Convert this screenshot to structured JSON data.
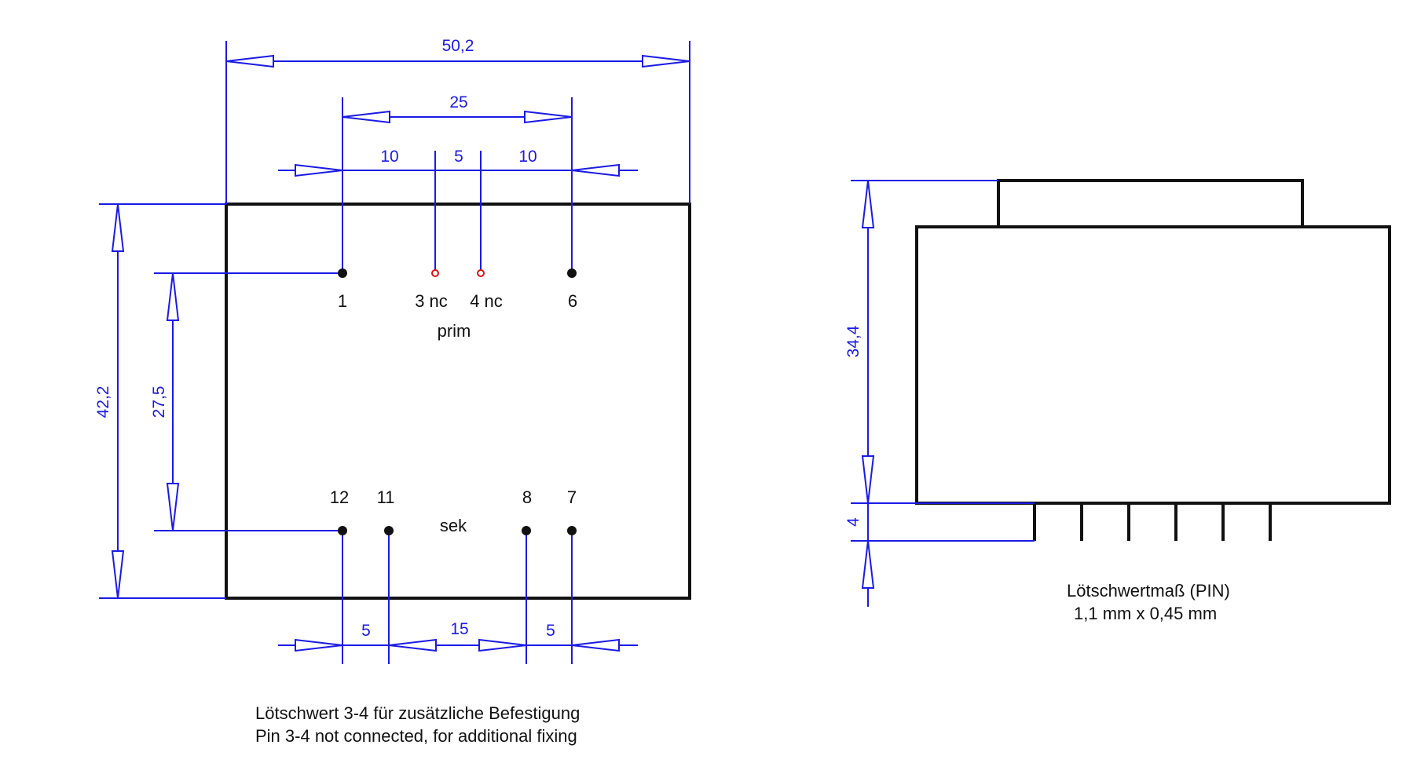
{
  "top_view": {
    "dimensions": {
      "overall_width": "50,2",
      "outer_pin_span": "25",
      "pitch_left": "10",
      "pitch_center": "5",
      "pitch_right": "10",
      "overall_height": "42,2",
      "row_spacing": "27,5",
      "bottom_pitch_left": "5",
      "bottom_pitch_center": "15",
      "bottom_pitch_right": "5"
    },
    "pins": {
      "p1": "1",
      "p3": "3 nc",
      "p4": "4 nc",
      "p6": "6",
      "p12": "12",
      "p11": "11",
      "p8": "8",
      "p7": "7"
    },
    "primary_label": "prim",
    "secondary_label": "sek",
    "note_line1": "Lötschwert 3-4  für zusätzliche Befestigung",
    "note_line2": "Pin 3-4  not connected, for additional fixing"
  },
  "side_view": {
    "dimensions": {
      "body_height": "34,4",
      "pin_length": "4"
    },
    "note_line1": "Lötschwertmaß (PIN)",
    "note_line2": "1,1 mm x 0,45 mm"
  },
  "colors": {
    "dimension": "#1a1ae6",
    "outline": "#111111",
    "nc_pin": "#e01010"
  }
}
